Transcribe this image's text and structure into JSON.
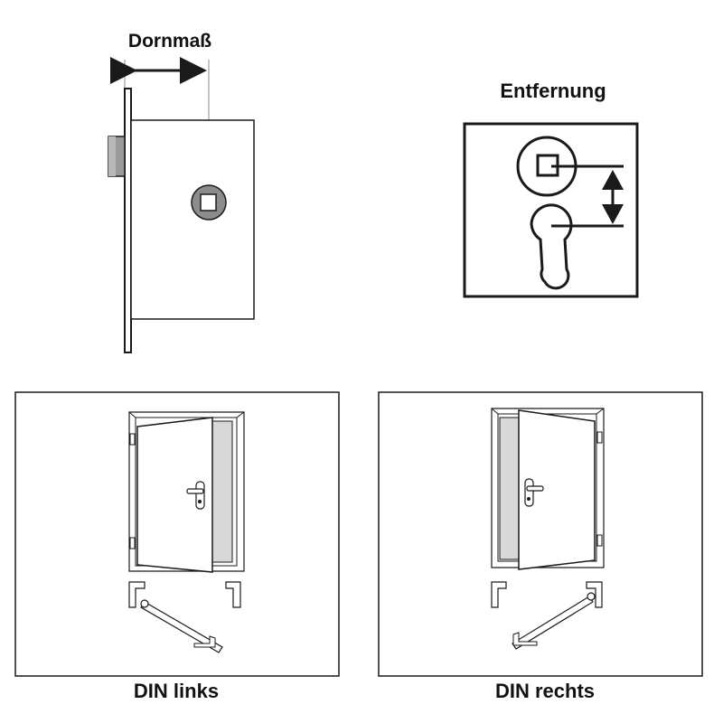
{
  "labels": {
    "dornmass": "Dornmaß",
    "entfernung": "Entfernung",
    "din_links": "DIN links",
    "din_rechts": "DIN rechts"
  },
  "colors": {
    "stroke": "#1a1a1a",
    "lock_fill": "#ffffff",
    "bolt_fill": "#9a9a9a",
    "spindle_fill": "#8c8c8c",
    "door_leaf_edge": "#d8d8d8",
    "frame_fill": "#ffffff"
  }
}
